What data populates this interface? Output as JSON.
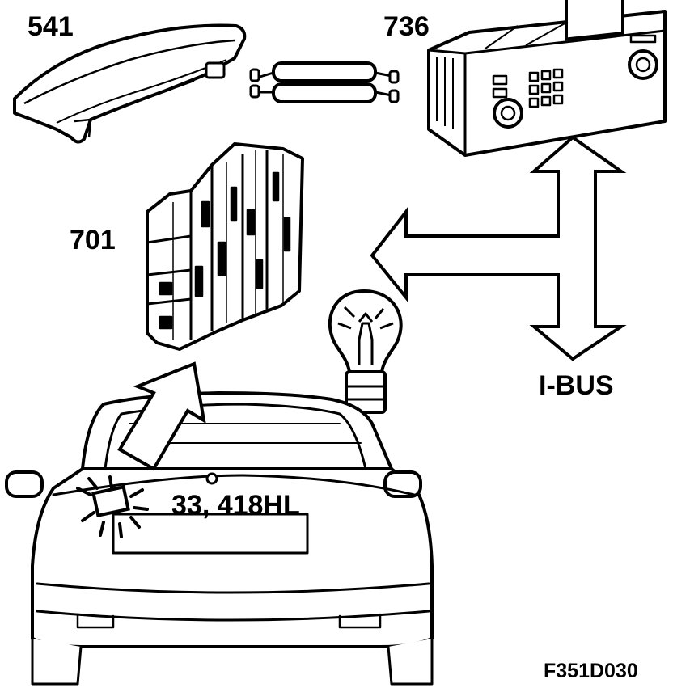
{
  "labels": {
    "component_541": "541",
    "component_736": "736",
    "component_701": "701",
    "rear_lamp": "33, 418HL",
    "bus": "I-BUS",
    "figure_id": "F351D030"
  }
}
